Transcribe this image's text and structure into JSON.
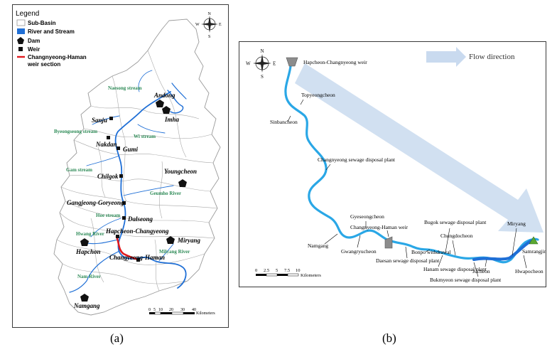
{
  "panel_a": {
    "legend": {
      "title": "Legend",
      "items": [
        {
          "key": "sub_basin",
          "label": "Sub-Basin"
        },
        {
          "key": "river",
          "label": "River and Stream"
        },
        {
          "key": "dam",
          "label": "Dam"
        },
        {
          "key": "weir",
          "label": "Weir"
        },
        {
          "key": "section",
          "label": "Changnyeong-Haman"
        },
        {
          "key": "section2",
          "label": "weir section"
        }
      ]
    },
    "compass": {
      "n": "N",
      "s": "S",
      "e": "E",
      "w": "W"
    },
    "towns": {
      "andong": "Andong",
      "imha": "Imha",
      "sanju": "Sanju",
      "nakdan": "Nakdan",
      "gumi": "Gumi",
      "chilgok": "Chilgok",
      "youngcheon": "Youngcheon",
      "gangjeong": "Gangjeong-Goryeong",
      "dalseong": "Dalseong",
      "hapcheon_chang": "Hapcheon-Changyeong",
      "miryang": "Miryang",
      "hapchon": "Hapchon",
      "changyeong_haman": "Changyeong-Haman",
      "namgang": "Namgang"
    },
    "streams": {
      "naesong": "Naesong stream",
      "byeongseong": "Byeongseong stream",
      "wi": "Wi stream",
      "gam": "Gam stream",
      "geumho": "Geumho River",
      "hoe": "Hoe stream",
      "hwang": "Hwang River",
      "milyang": "Milyang River",
      "nam": "Nam River"
    },
    "scale": {
      "ticks": [
        "0",
        "5",
        "10",
        "20",
        "30",
        "40"
      ],
      "unit": "Kilometers"
    },
    "caption": "(a)"
  },
  "panel_b": {
    "compass": {
      "n": "N",
      "s": "S",
      "e": "E",
      "w": "W"
    },
    "flow_label": "Flow direction",
    "labels": {
      "hapcheon_weir": "Hapcheon-Changnyeong weir",
      "topyeongcheon": "Topyeongcheon",
      "sinbancheon": "Sinbancheon",
      "changnyeong_plant": "Changnyeong sewage disposal plant",
      "gyeseongcheon": "Gyeseongcheon",
      "changnyeong_haman_weir": "Changnyeong-Haman weir",
      "bugok_plant": "Bugok sewage disposal plant",
      "chungdocheon": "Chungdocheon",
      "miryang": "Miryang",
      "namgang": "Namgang",
      "gwangryucheon": "Gwangryucheon",
      "daesan_plant": "Daesan sewage disposal plant",
      "bonpo": "Bonpo withdrawal",
      "hanam_plant": "Hanam sewage disposal plant",
      "jucheon": "Jucheon",
      "bukmyeon_plant": "Bukmyeon sewage disposal plant",
      "samrangjin": "Samrangjin",
      "hwapocheon": "Hwapocheon"
    },
    "scale": {
      "ticks": [
        "0",
        "2.5",
        "5",
        "7.5",
        "10"
      ],
      "unit": "Kilometers"
    },
    "caption": "(b)"
  },
  "colors": {
    "river": "#1f6fd6",
    "river_b": "#2aa7e6",
    "section": "#e0191e",
    "basin_line": "#9a9a9a",
    "stream_label": "#2e8b57",
    "flow_arrow": "#c9daef"
  }
}
